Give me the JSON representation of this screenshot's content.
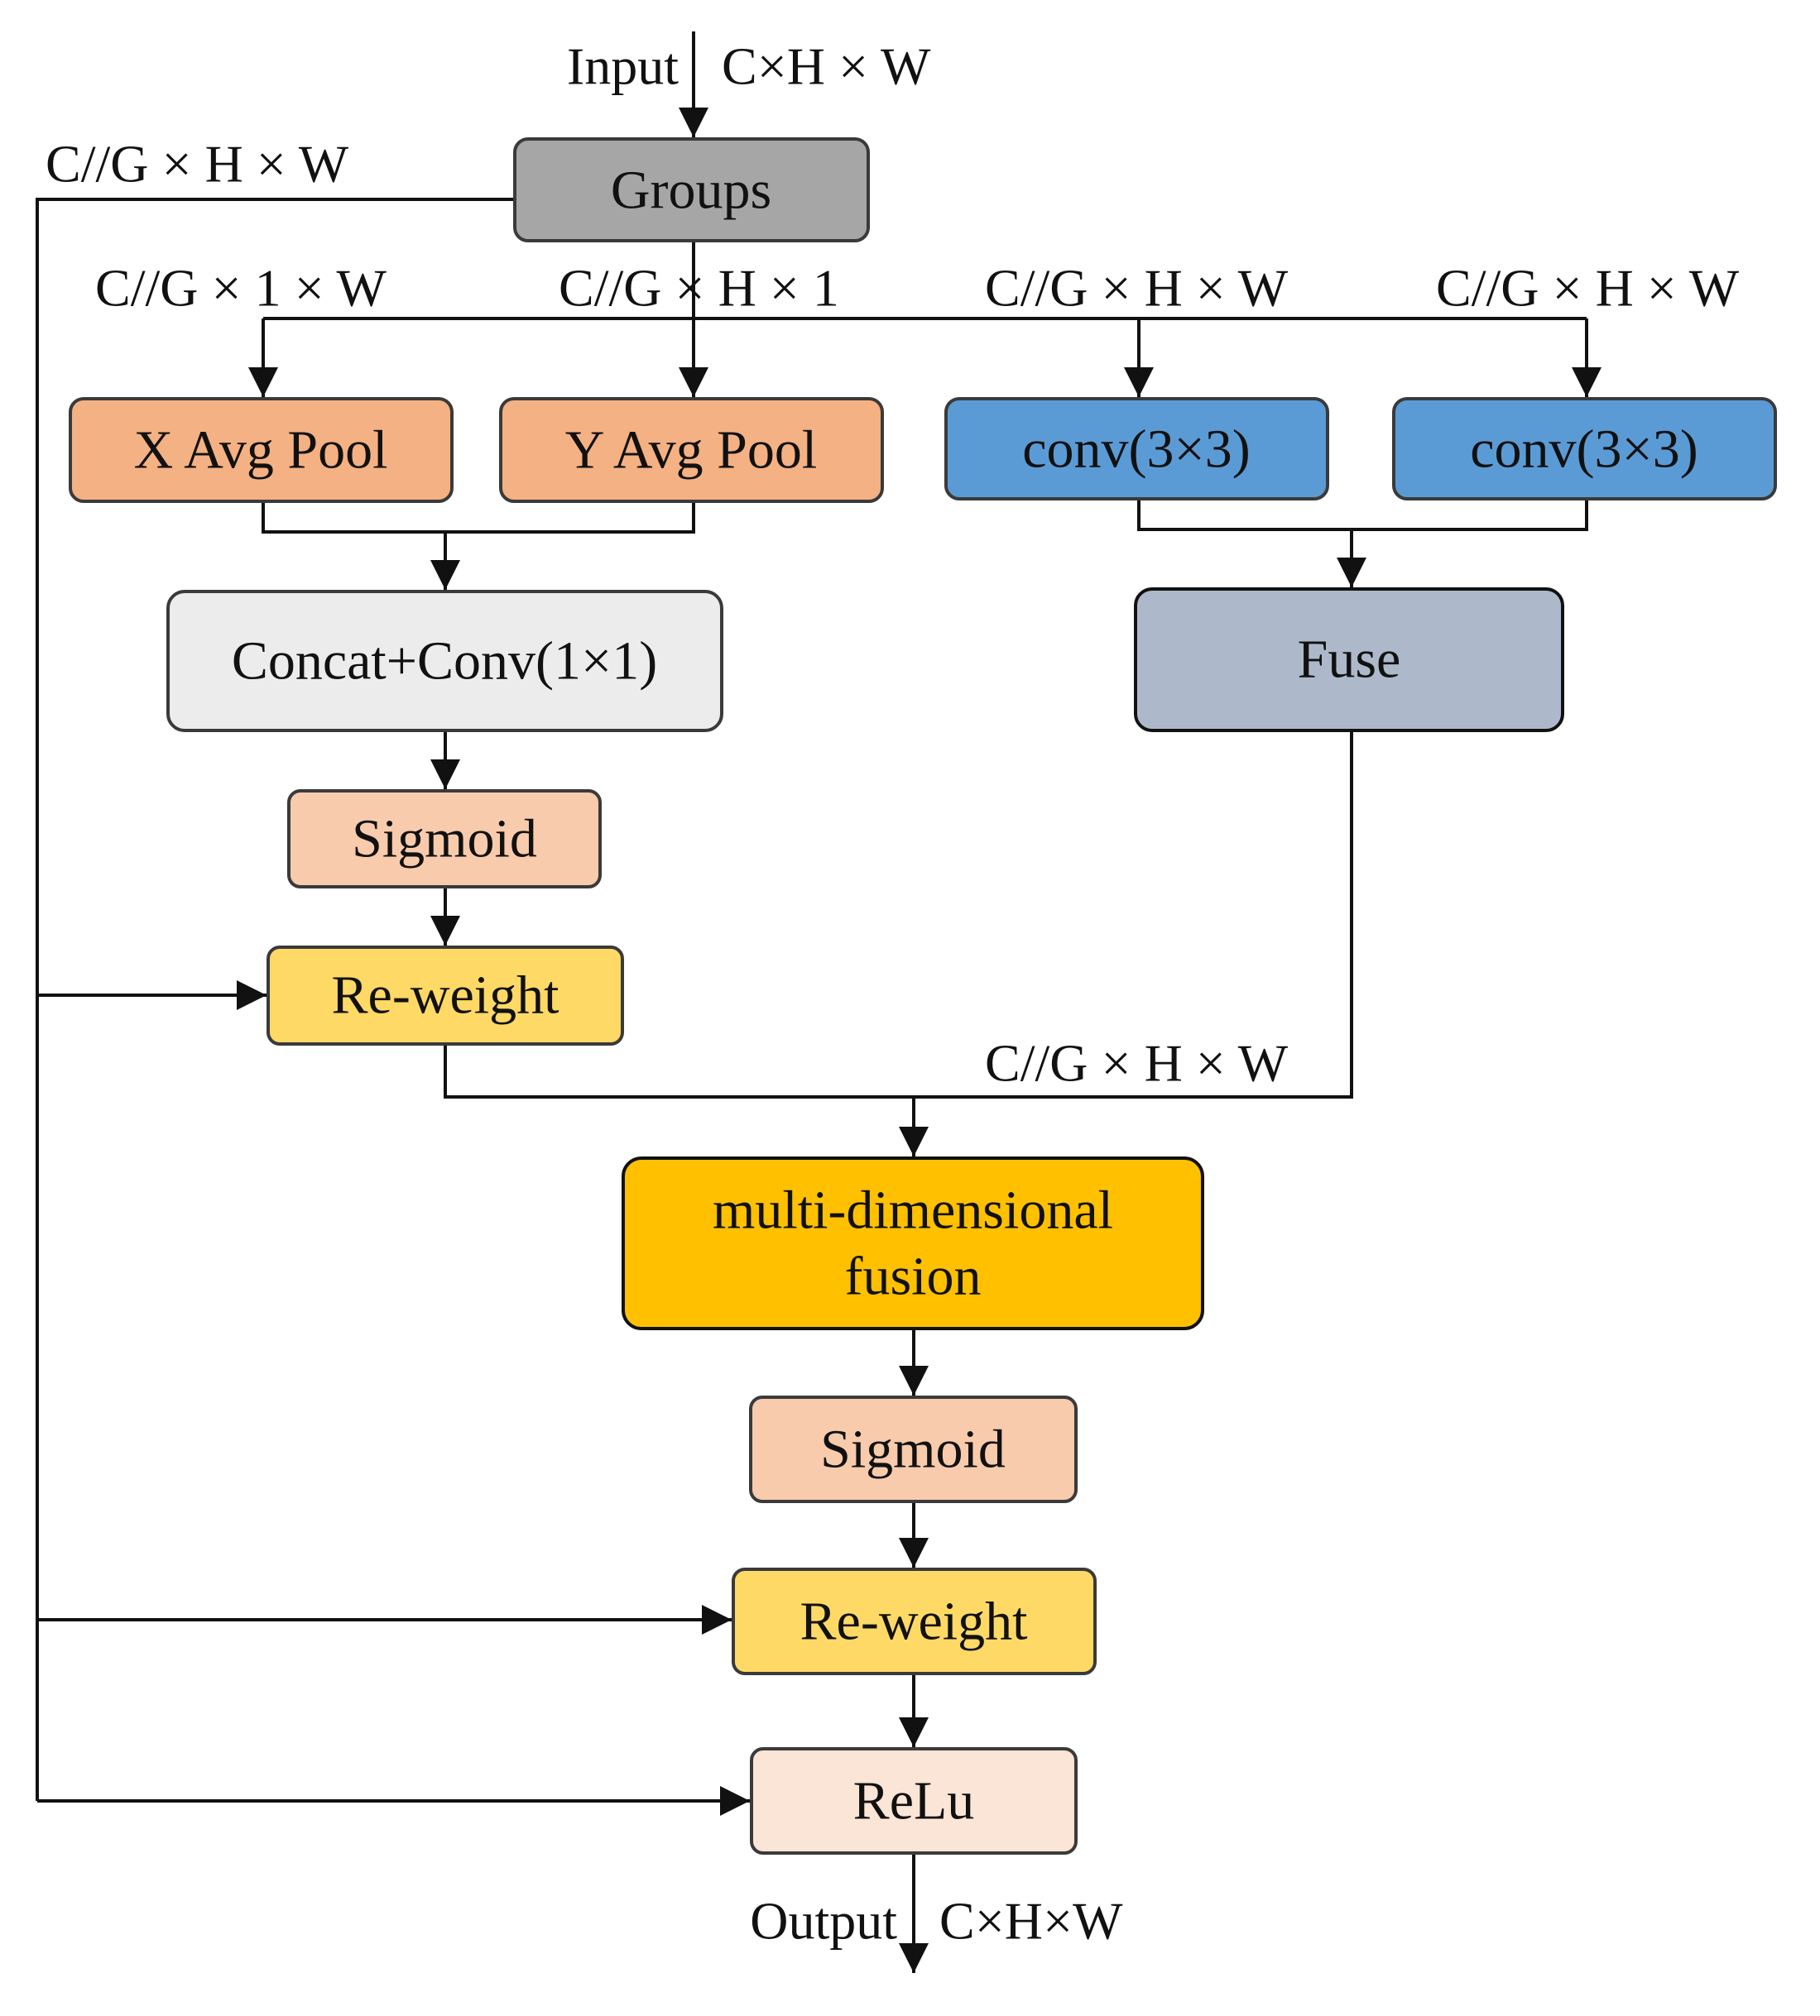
{
  "input": {
    "label": "Input",
    "shape": "C×H × W"
  },
  "output": {
    "label": "Output",
    "shape": "C×H×W"
  },
  "groups_branch_shape": "C//G × H × W",
  "branch_shapes": [
    "C//G × 1 × W",
    "C//G × H × 1",
    "C//G × H × W",
    "C//G × H × W"
  ],
  "fuse_out_shape": "C//G × H × W",
  "nodes": {
    "groups": {
      "label": "Groups",
      "fill": "#a6a6a6"
    },
    "x_avg_pool": {
      "label": "X Avg Pool",
      "fill": "#f4b183"
    },
    "y_avg_pool": {
      "label": "Y Avg Pool",
      "fill": "#f4b183"
    },
    "conv_a": {
      "label": "conv(3×3)",
      "fill": "#5b9bd5"
    },
    "conv_b": {
      "label": "conv(3×3)",
      "fill": "#5b9bd5"
    },
    "concat_conv": {
      "label": "Concat+Conv(1×1)",
      "fill": "#ececec"
    },
    "fuse": {
      "label": "Fuse",
      "fill": "#adb9ca"
    },
    "sigmoid_1": {
      "label": "Sigmoid",
      "fill": "#f8cbad"
    },
    "reweight_1": {
      "label": "Re-weight",
      "fill": "#ffd966"
    },
    "md_fusion": {
      "label_lines": [
        "multi-dimensional",
        "fusion"
      ],
      "fill": "#ffc000"
    },
    "sigmoid_2": {
      "label": "Sigmoid",
      "fill": "#f8cbad"
    },
    "reweight_2": {
      "label": "Re-weight",
      "fill": "#ffd966"
    },
    "relu": {
      "label": "ReLu",
      "fill": "#fbe5d6"
    }
  }
}
